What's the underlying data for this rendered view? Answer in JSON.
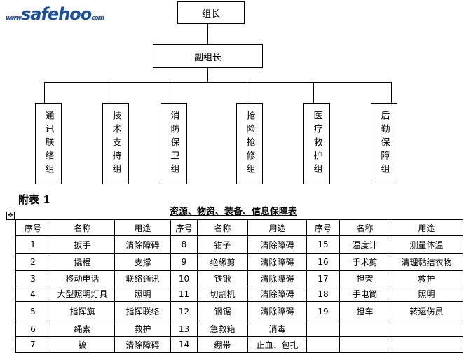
{
  "org_chart": {
    "leader": "组长",
    "deputy": "副组长",
    "groups": [
      "通讯联络组",
      "技术支持组",
      "消防保卫组",
      "抢险抢修组",
      "医疗救护组",
      "后勤保障组"
    ]
  },
  "appendix_label": "附表 1",
  "table": {
    "title": "资源、物资、装备、信息保障表",
    "headers": [
      "序号",
      "名称",
      "用途",
      "序号",
      "名称",
      "用途",
      "序号",
      "名称",
      "用途"
    ],
    "rows": [
      [
        "1",
        "扳手",
        "清除障碍",
        "8",
        "钳子",
        "清除障碍",
        "15",
        "温度计",
        "测量体温"
      ],
      [
        "2",
        "撬棍",
        "支撑",
        "9",
        "绝缘剪",
        "清除障碍",
        "16",
        "手术剪",
        "清理黏结衣物"
      ],
      [
        "3",
        "移动电话",
        "联络通讯",
        "10",
        "铁锹",
        "清除障碍",
        "17",
        "担架",
        "救护"
      ],
      [
        "4",
        "大型照明灯具",
        "照明",
        "11",
        "切割机",
        "清除障碍",
        "18",
        "手电筒",
        "照明"
      ],
      [
        "5",
        "指挥旗",
        "指挥联络",
        "12",
        "钢锯",
        "清除障碍",
        "19",
        "担车",
        "转运伤员"
      ],
      [
        "6",
        "绳索",
        "救护",
        "13",
        "急救箱",
        "消毒",
        "",
        "",
        ""
      ],
      [
        "7",
        "镐",
        "清除障碍",
        "14",
        "绷带",
        "止血、包扎",
        "",
        "",
        ""
      ]
    ]
  },
  "watermark": {
    "main": "safehoo",
    "prefix": "www",
    "suffix": "com"
  }
}
